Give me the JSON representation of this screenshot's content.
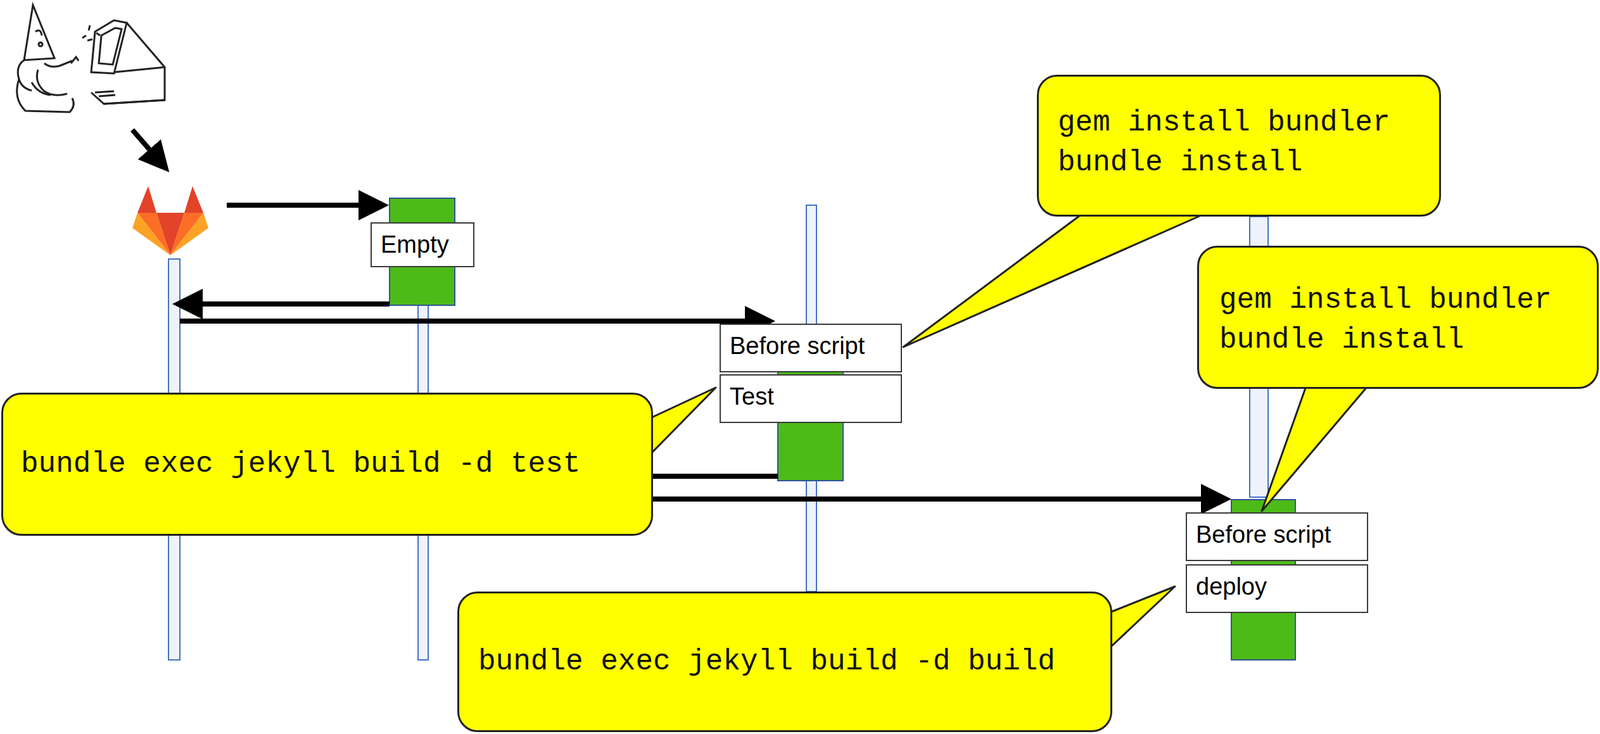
{
  "diagram": {
    "nodes": [
      {
        "text": [
          "gem install bundler bundle install"
        ]
      },
      {
        "text": [
          "Empty"
        ]
      },
      {
        "text": [
          "gem install bundler bundle install"
        ]
      },
      {
        "text": [
          "Before script"
        ]
      },
      {
        "text": [
          "Test"
        ]
      },
      {
        "text": [
          "bundle exec jekyll build -d test"
        ]
      },
      {
        "text": [
          "Before script"
        ]
      },
      {
        "text": [
          "deploy"
        ]
      },
      {
        "text": [
          "bundle exec jekyll build -d build"
        ]
      }
    ]
  }
}
